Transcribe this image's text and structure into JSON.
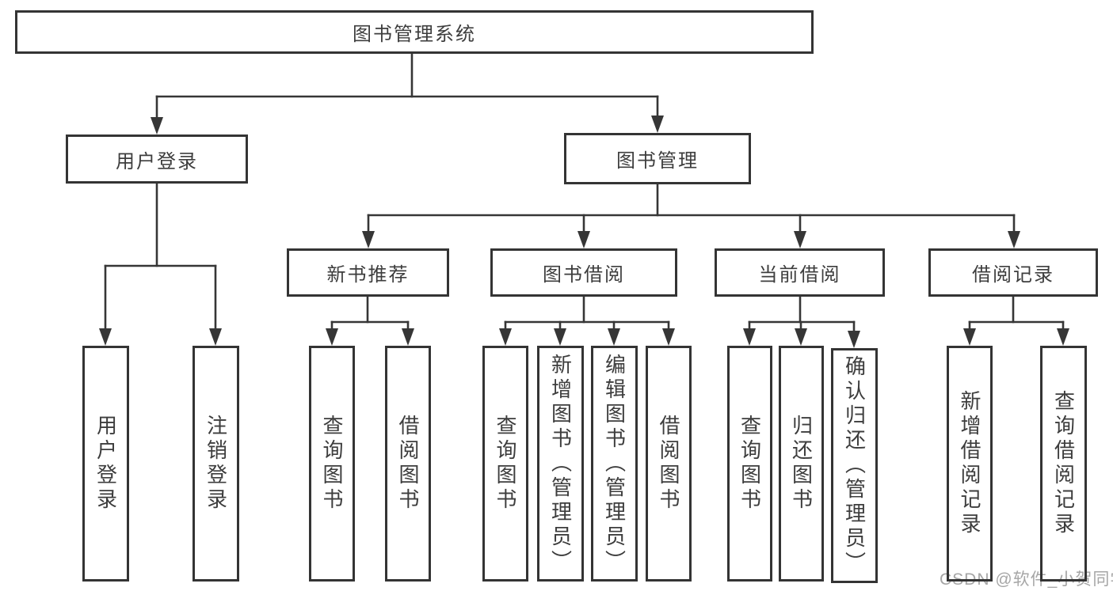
{
  "diagram": {
    "title": "图书管理系统",
    "nodes": {
      "root": "图书管理系统",
      "level2": [
        "用户登录",
        "图书管理"
      ],
      "level3": [
        "新书推荐",
        "图书借阅",
        "当前借阅",
        "借阅记录"
      ],
      "leaves_user_login": [
        "用户登录",
        "注销登录"
      ],
      "leaves_new_books": [
        "查询图书",
        "借阅图书"
      ],
      "leaves_book_borrow": [
        "查询图书",
        "新增图书（管理员）",
        "编辑图书（管理员）",
        "借阅图书"
      ],
      "leaves_current_borrow": [
        "查询图书",
        "归还图书",
        "确认归还（管理员）"
      ],
      "leaves_borrow_records": [
        "新增借阅记录",
        "查询借阅记录"
      ]
    },
    "colors": {
      "line": "#363636",
      "border": "#343434",
      "text": "#3d3d3d",
      "watermark": "#a6a6a6",
      "background": "#ffffff"
    }
  },
  "watermark": {
    "text": "CSDN @软件_小贺同学"
  }
}
